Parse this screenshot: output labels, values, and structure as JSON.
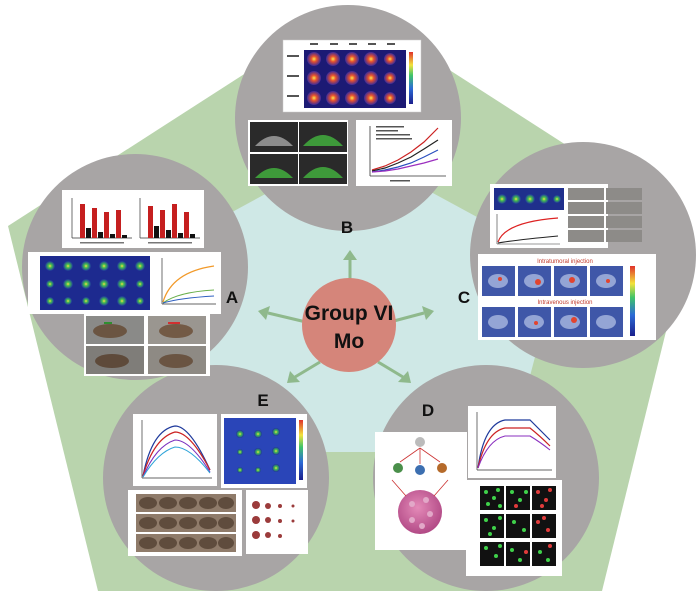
{
  "center": {
    "line1": "Group VI",
    "line2": "Mo"
  },
  "sections": [
    {
      "label": "A"
    },
    {
      "label": "B"
    },
    {
      "label": "C"
    },
    {
      "label": "D"
    },
    {
      "label": "E"
    }
  ],
  "panel_c_captions": {
    "top": "Intratumoral injection",
    "bottom": "Intravenous injection"
  },
  "colors": {
    "pentagon_fill": "#b9d4ad",
    "inner_fill": "#cfe8e6",
    "circle_fill": "#a8a5a5",
    "center_fill": "#d5857a",
    "arrow": "#8fb98c"
  }
}
